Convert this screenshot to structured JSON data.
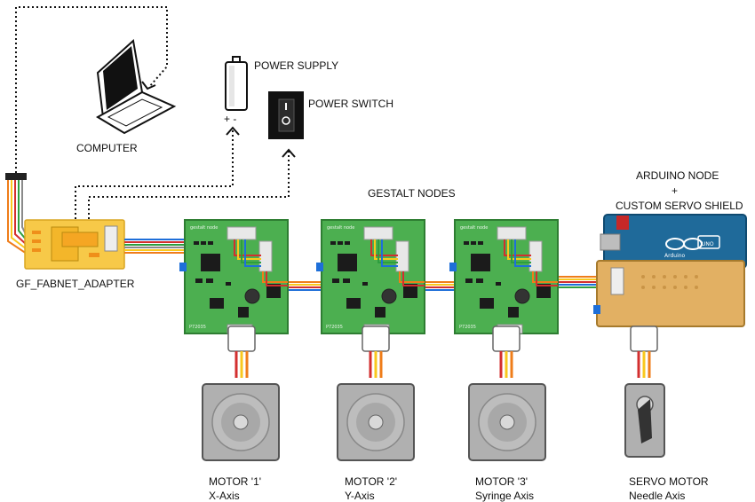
{
  "labels": {
    "computer": "COMPUTER",
    "power_supply": "POWER SUPPLY",
    "power_switch": "POWER SWITCH",
    "adapter": "GF_FABNET_ADAPTER",
    "gestalt_nodes": "GESTALT NODES",
    "arduino_line1": "ARDUINO NODE",
    "arduino_line2": "+",
    "arduino_line3": "CUSTOM SERVO SHIELD",
    "battery_terminals": "+  -",
    "board_title": "gestalt node",
    "board_id": "P72035",
    "arduino_brand": "Arduino",
    "arduino_model": "UNO"
  },
  "motors": [
    {
      "name": "MOTOR '1'",
      "axis": "X-Axis"
    },
    {
      "name": "MOTOR '2'",
      "axis": "Y-Axis"
    },
    {
      "name": "MOTOR '3'",
      "axis": "Syringe Axis"
    },
    {
      "name": "SERVO MOTOR",
      "axis": "Needle Axis"
    }
  ],
  "colors": {
    "board_green": "#4caf50",
    "board_green_dark": "#2e7d32",
    "adapter_yellow": "#f7c948",
    "shield_tan": "#e2b063",
    "arduino_blue": "#1f6a9a",
    "motor_gray": "#b0b0b0",
    "wire_red": "#d32f2f",
    "wire_yellow": "#f9c81e",
    "wire_blue": "#1e6fd9",
    "wire_green": "#2e9e3f",
    "wire_orange": "#ef7d1a",
    "wire_gray": "#8a8a8a"
  }
}
